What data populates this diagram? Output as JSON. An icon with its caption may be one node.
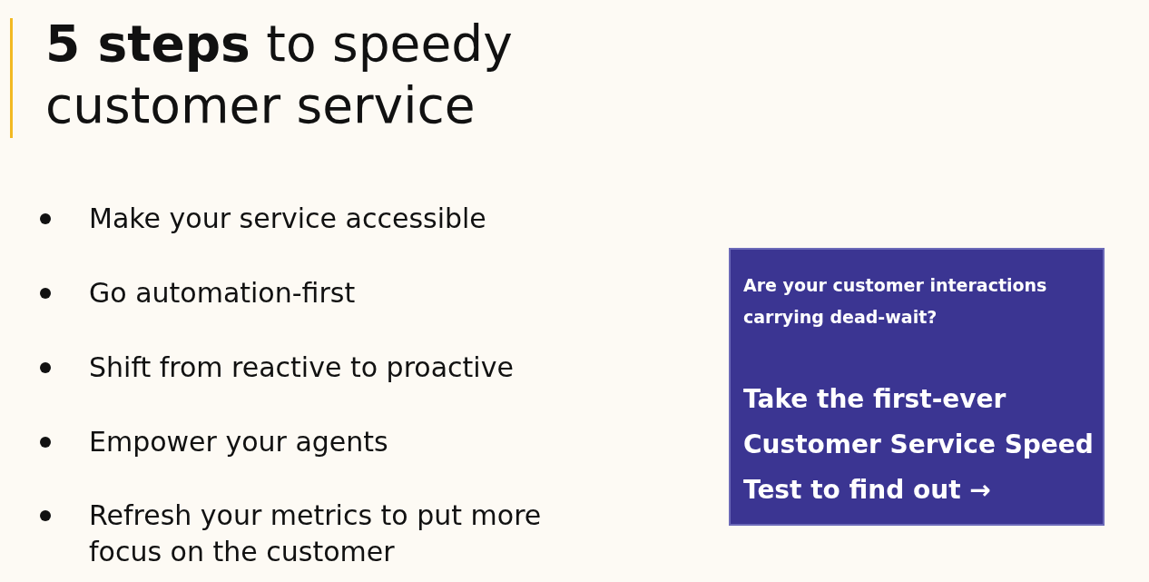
{
  "diagram": {
    "title": "**5 steps** to speedy customer service",
    "nodes": [
      {
        "text": [
          "Are your customer interactions carrying dead-wait?",
          "Take the first-ever Customer Service Speed Test to find out →"
        ]
      }
    ],
    "edges": [],
    "labels": [
      "Make your service accessible",
      "Go automation-first",
      "Shift from reactive to proactive",
      "Empower your agents",
      "Refresh your metrics to put more focus on the customer"
    ]
  }
}
